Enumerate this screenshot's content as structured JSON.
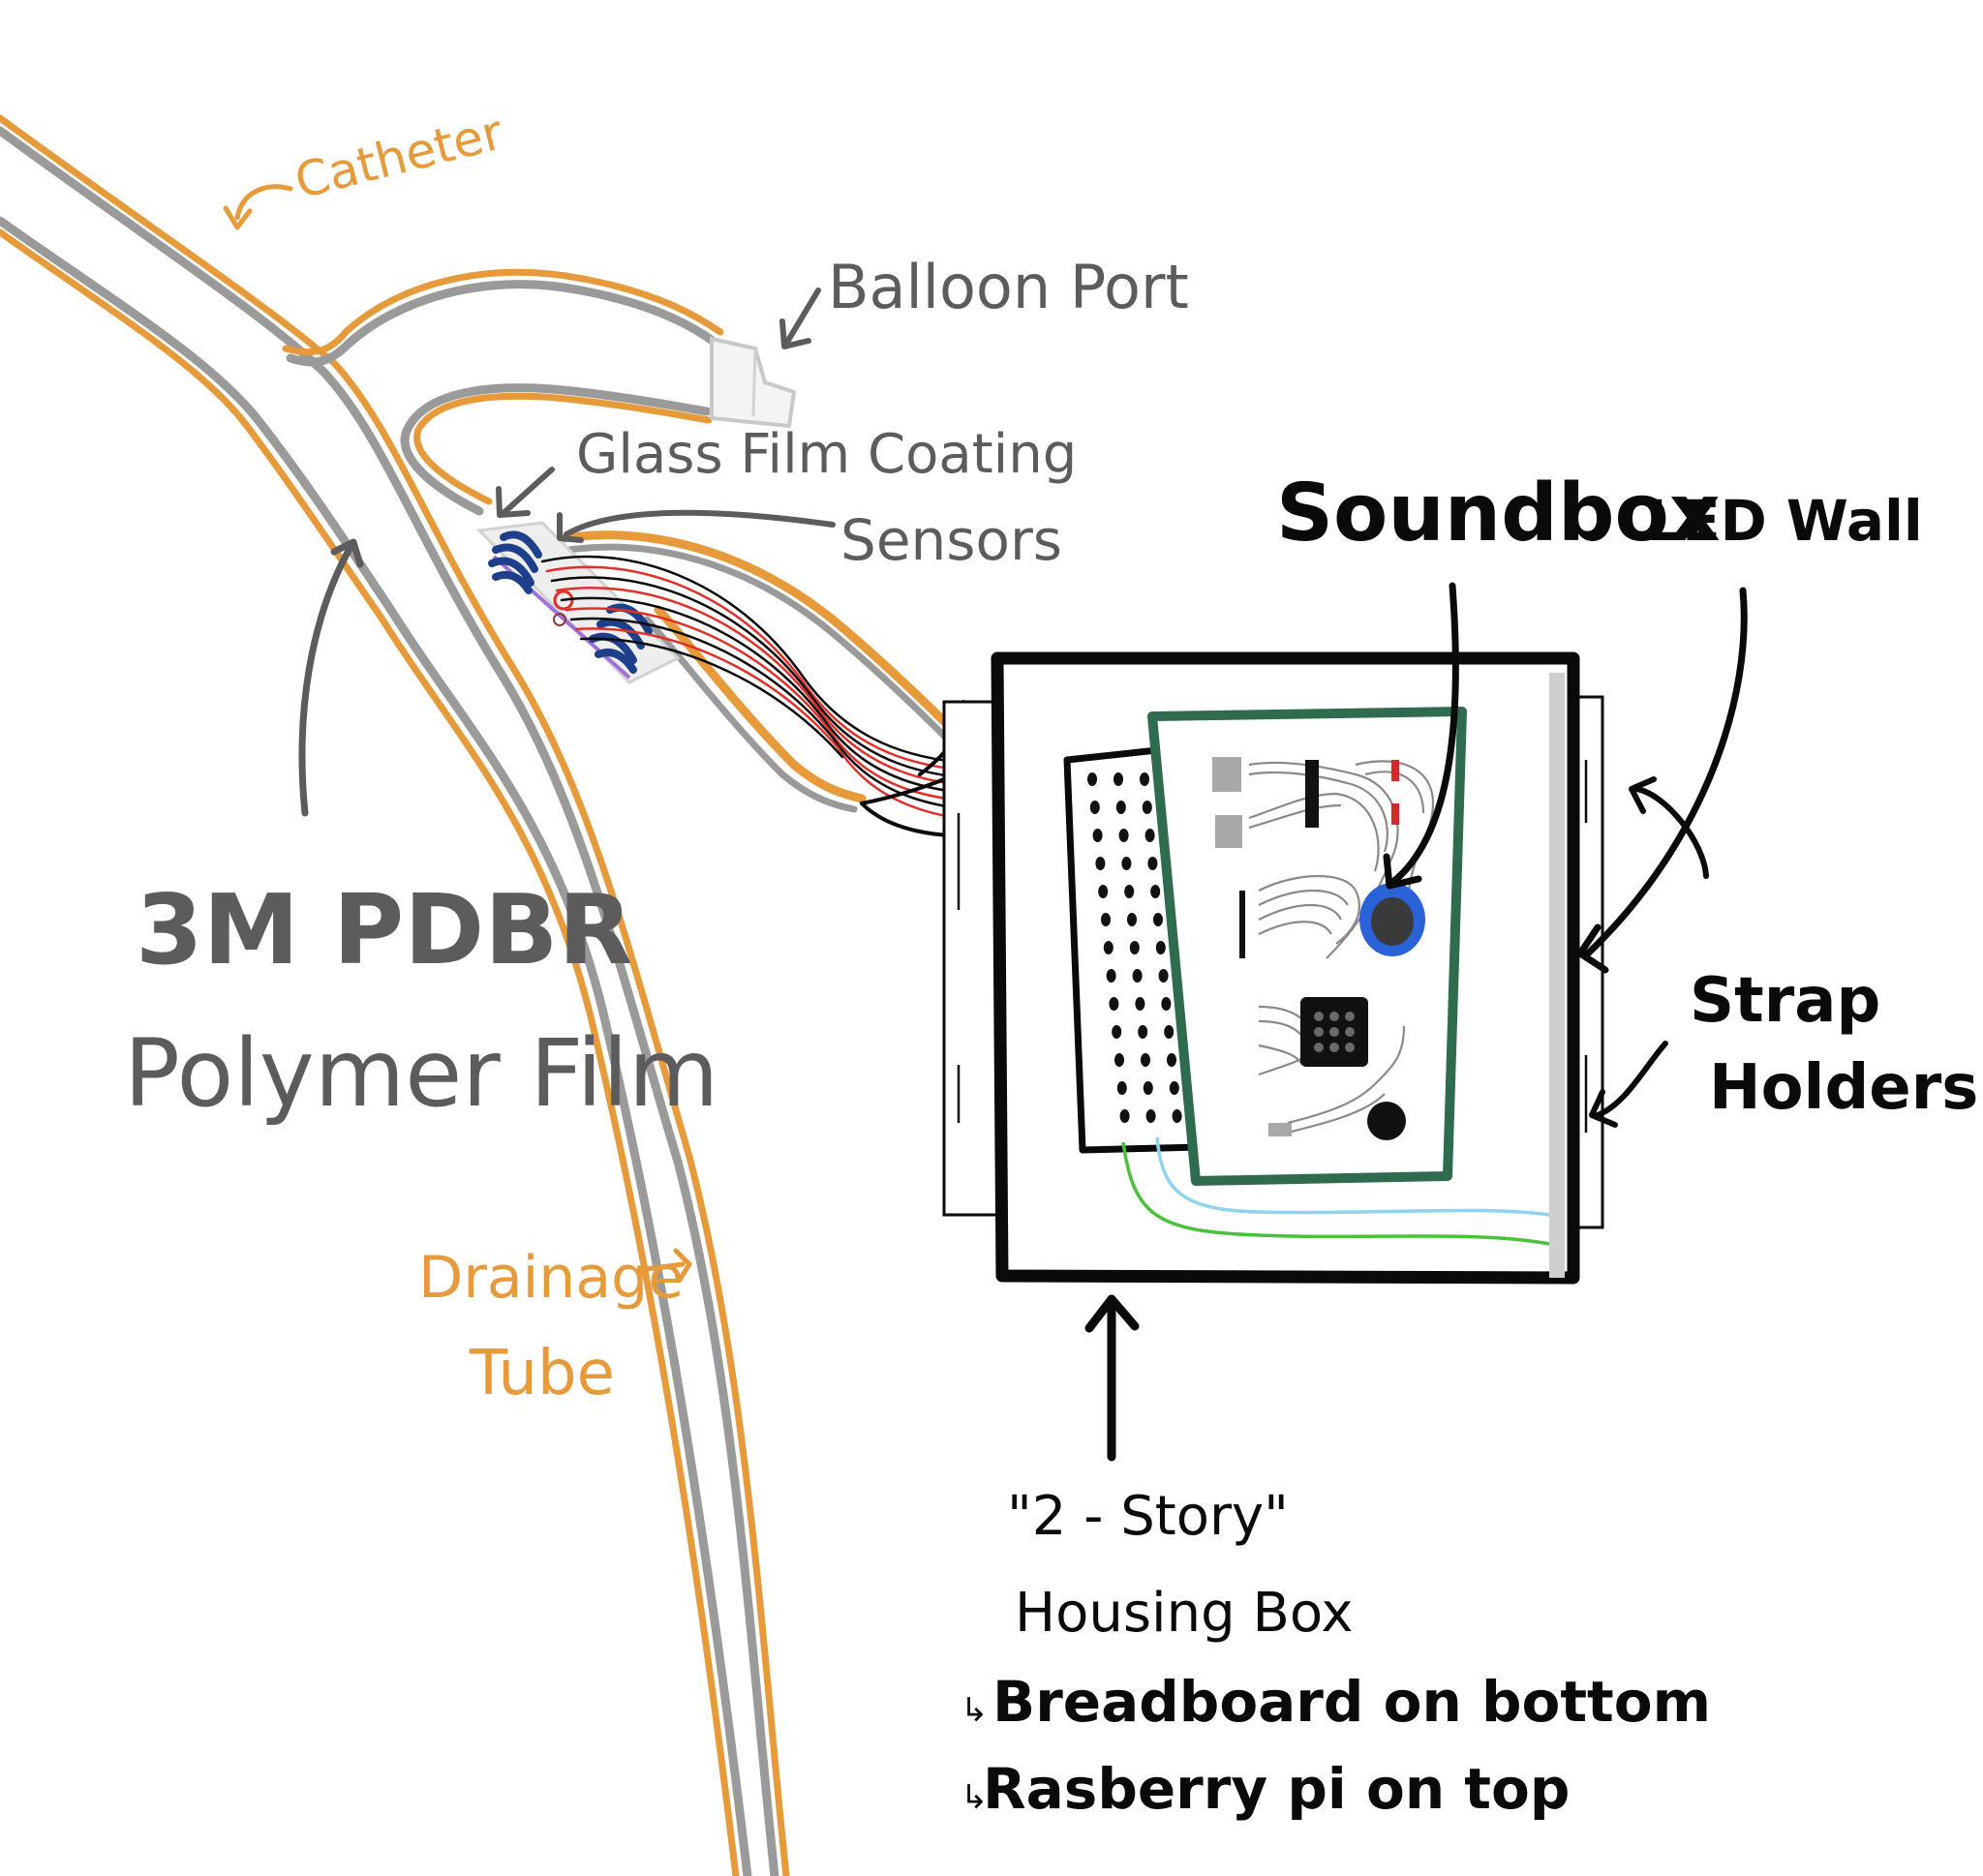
{
  "labels": {
    "catheter": "Catheter",
    "balloon_port": "Balloon Port",
    "glass_film_coating": "Glass Film Coating",
    "sensors": "Sensors",
    "soundbox": "Soundbox",
    "led_wall": "LED Wall",
    "strap_holders_line1": "Strap",
    "strap_holders_line2": "Holders",
    "polymer_line1": "3M PDBR",
    "polymer_line2": "Polymer Film",
    "drainage_line1": "Drainage",
    "drainage_line2": "Tube",
    "housing_line1": "\"2 - Story\"",
    "housing_line2": "Housing Box",
    "housing_note1": "Breadboard on bottom",
    "housing_note2": "Rasberry pi on top",
    "note_prefix": "↳"
  },
  "colors": {
    "tube_orange": "#e69a3a",
    "tube_gray": "#9a9a9a",
    "label_gray": "#5c5c5c",
    "label_black": "#0a0a0a",
    "pcb_green": "#2f6b4e",
    "sensor_blue": "#1e3f8a",
    "speaker_blue": "#2a62d8",
    "wire_red": "#e0302a",
    "wire_green": "#49c23a",
    "wire_lightblue": "#8fd3ef",
    "led_wall_gray": "#cfcfcf"
  }
}
